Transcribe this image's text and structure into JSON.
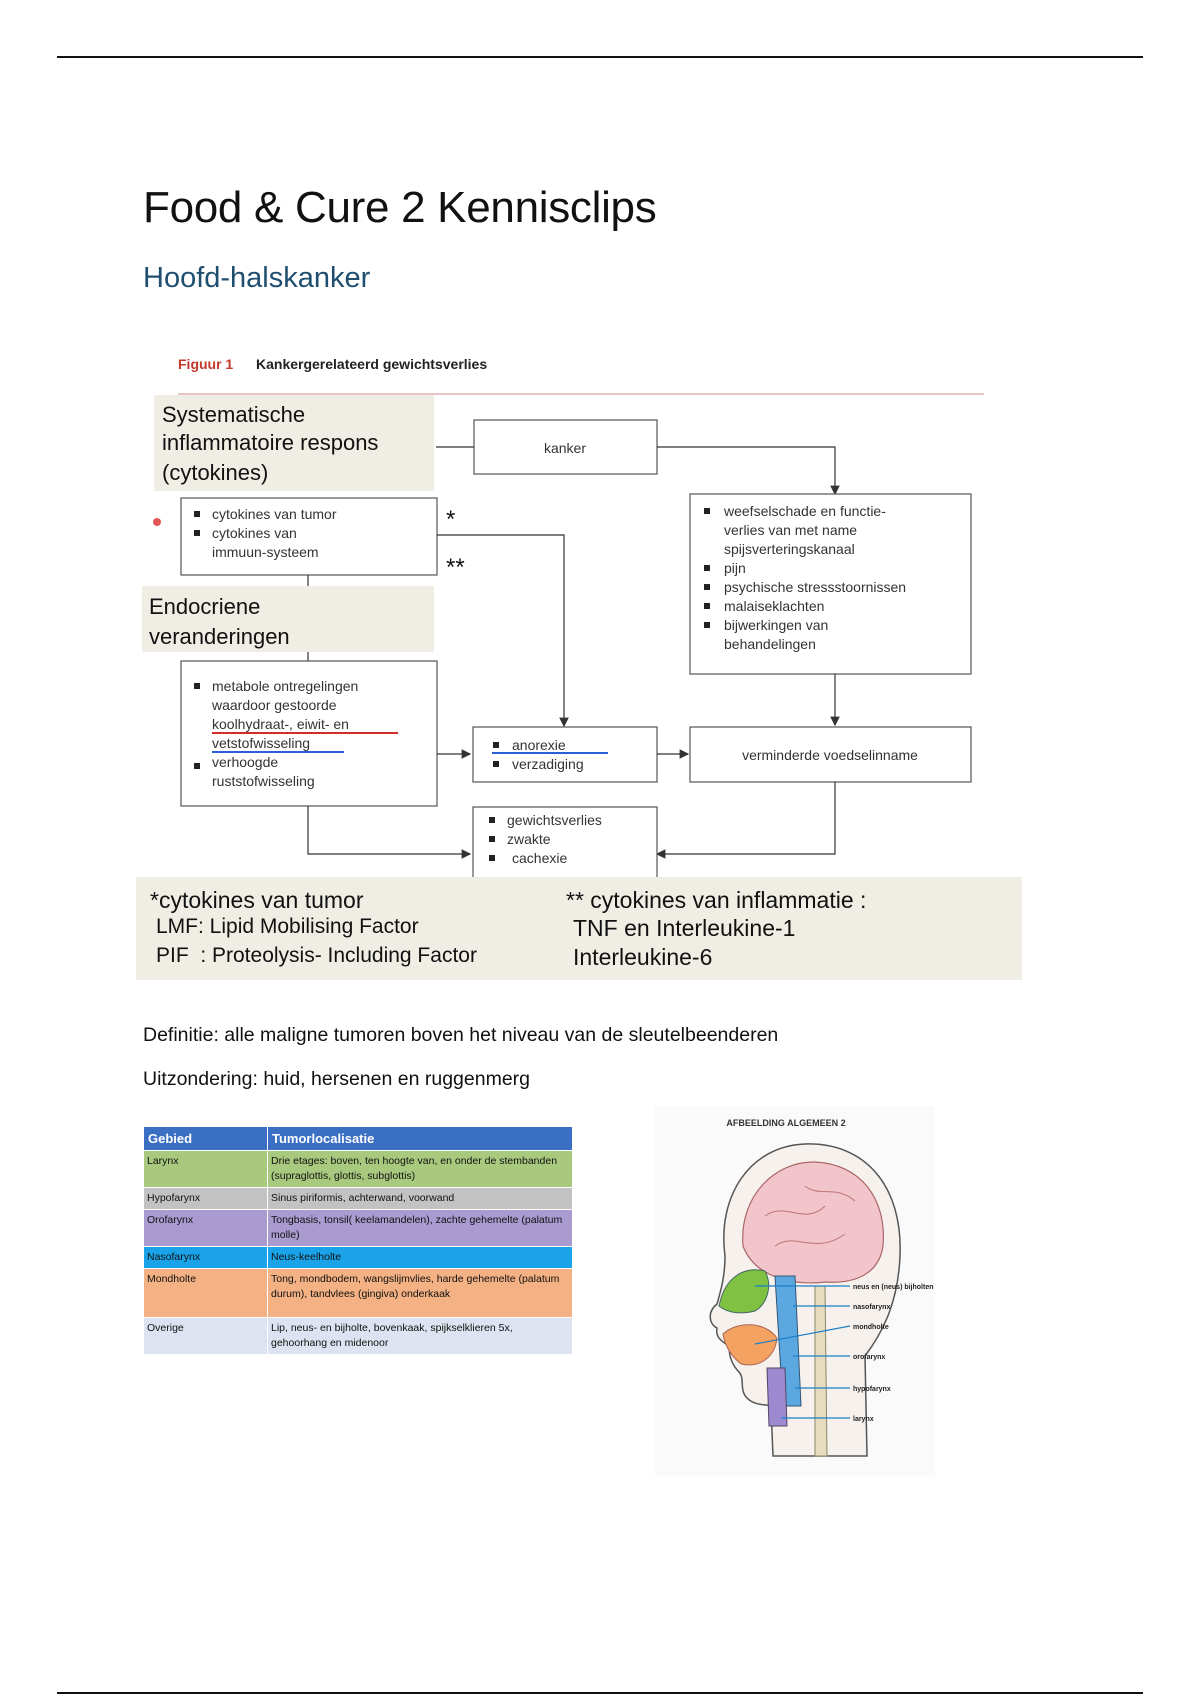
{
  "document": {
    "title": "Food & Cure 2 Kennisclips",
    "subtitle": "Hoofd-halskanker"
  },
  "figure": {
    "caption_label": "Figuur 1",
    "caption_title": "Kankergerelateerd gewichtsverlies",
    "section_inflammation": [
      "Systematische",
      "inflammatoire respons",
      "(cytokines)"
    ],
    "section_endocrine": [
      "Endocriene",
      "veranderingen"
    ],
    "box_kanker": "kanker",
    "box_cytokines": [
      "cytokines van tumor",
      "cytokines van",
      "immuun-systeem"
    ],
    "mark_single": "*",
    "mark_double": "**",
    "box_tissue": [
      "weefselschade en functie-",
      "verlies van met name",
      "spijsverteringskanaal",
      "pijn",
      "psychische stressstoornissen",
      "malaiseklachten",
      "bijwerkingen van",
      "behandelingen"
    ],
    "box_metabolic": [
      "metabole ontregelingen",
      "waardoor gestoorde",
      "koolhydraat-, eiwit- en",
      "vetstofwisseling",
      "verhoogde",
      "ruststofwisseling"
    ],
    "box_anorexia": [
      "anorexie",
      "verzadiging"
    ],
    "box_intake": "verminderde voedselinname",
    "box_weight": [
      "gewichtsverlies",
      "zwakte",
      "cachexie"
    ],
    "footnote_left": [
      "*cytokines van tumor",
      "LMF: Lipid Mobilising Factor",
      "PIF  : Proteolysis- Including Factor"
    ],
    "footnote_right": [
      "** cytokines van inflammatie :",
      "TNF en Interleukine-1",
      "Interleukine-6"
    ],
    "colors": {
      "caption_red": "#c0392b",
      "band_beige": "#efede4",
      "underline_red": "#d62b2b",
      "underline_blue": "#2b5fd6"
    }
  },
  "paragraphs": {
    "definition": "Definitie: alle maligne tumoren boven het niveau van de sleutelbeenderen",
    "exception": "Uitzondering: huid, hersenen en ruggenmerg"
  },
  "table": {
    "headers": [
      "Gebied",
      "Tumorlocalisatie"
    ],
    "rows": [
      {
        "area": "Larynx",
        "location": "Drie etages: boven, ten hoogte van, en onder de stembanden (supraglottis, glottis, subglottis)",
        "color": "#a9c97f"
      },
      {
        "area": "Hypofarynx",
        "location": "Sinus piriformis, achterwand, voorwand",
        "color": "#c2c2c2"
      },
      {
        "area": "Orofarynx",
        "location": "Tongbasis, tonsil( keelamandelen), zachte gehemelte (palatum molle)",
        "color": "#a99bd0"
      },
      {
        "area": "Nasofarynx",
        "location": "Neus-keelholte",
        "color": "#1aa3e8"
      },
      {
        "area": "Mondholte",
        "location": "Tong, mondbodem, wangslijmvlies, harde gehemelte (palatum durum), tandvlees (gingiva) onderkaak",
        "color": "#f4b183"
      },
      {
        "area": "Overige",
        "location": "Lip, neus- en bijholte, bovenkaak, spijkselklieren 5x, gehoorhang en midenoor",
        "color": "#dde3f0"
      }
    ]
  },
  "anatomy": {
    "title": "AFBEELDING ALGEMEEN 2",
    "labels": [
      "neus en (neus) bijholten",
      "nasofarynx",
      "mondholte",
      "orofarynx",
      "hypofarynx",
      "larynx"
    ]
  }
}
